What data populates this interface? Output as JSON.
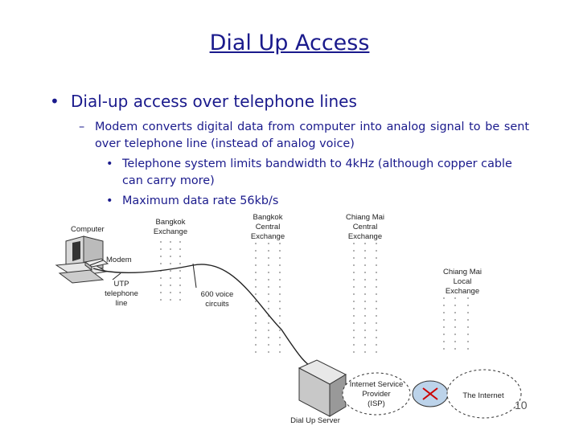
{
  "slide": {
    "title": "Dial Up Access",
    "bullet_main": "Dial-up access over telephone lines",
    "sub_bullet": "Modem converts digital data from computer into analog signal to be sent over telephone line (instead of analog voice)",
    "sub_sub_bullets": [
      "Telephone system limits bandwidth to 4kHz (although copper cable can carry more)",
      "Maximum data rate 56kb/s"
    ],
    "page_number": "10"
  },
  "diagram": {
    "labels": {
      "computer": "Computer",
      "modem": "Modem",
      "utp_line": [
        "UTP",
        "telephone",
        "line"
      ],
      "bangkok_exchange": [
        "Bangkok",
        "Exchange"
      ],
      "voice_circuits": [
        "600 voice",
        "circuits"
      ],
      "bangkok_central": [
        "Bangkok",
        "Central",
        "Exchange"
      ],
      "chiangmai_central": [
        "Chiang Mai",
        "Central",
        "Exchange"
      ],
      "chiangmai_local": [
        "Chiang Mai",
        "Local",
        "Exchange"
      ],
      "isp": [
        "Internet Service",
        "Provider",
        "(ISP)"
      ],
      "internet": "The Internet",
      "dialup_server": "Dial Up Server"
    }
  }
}
